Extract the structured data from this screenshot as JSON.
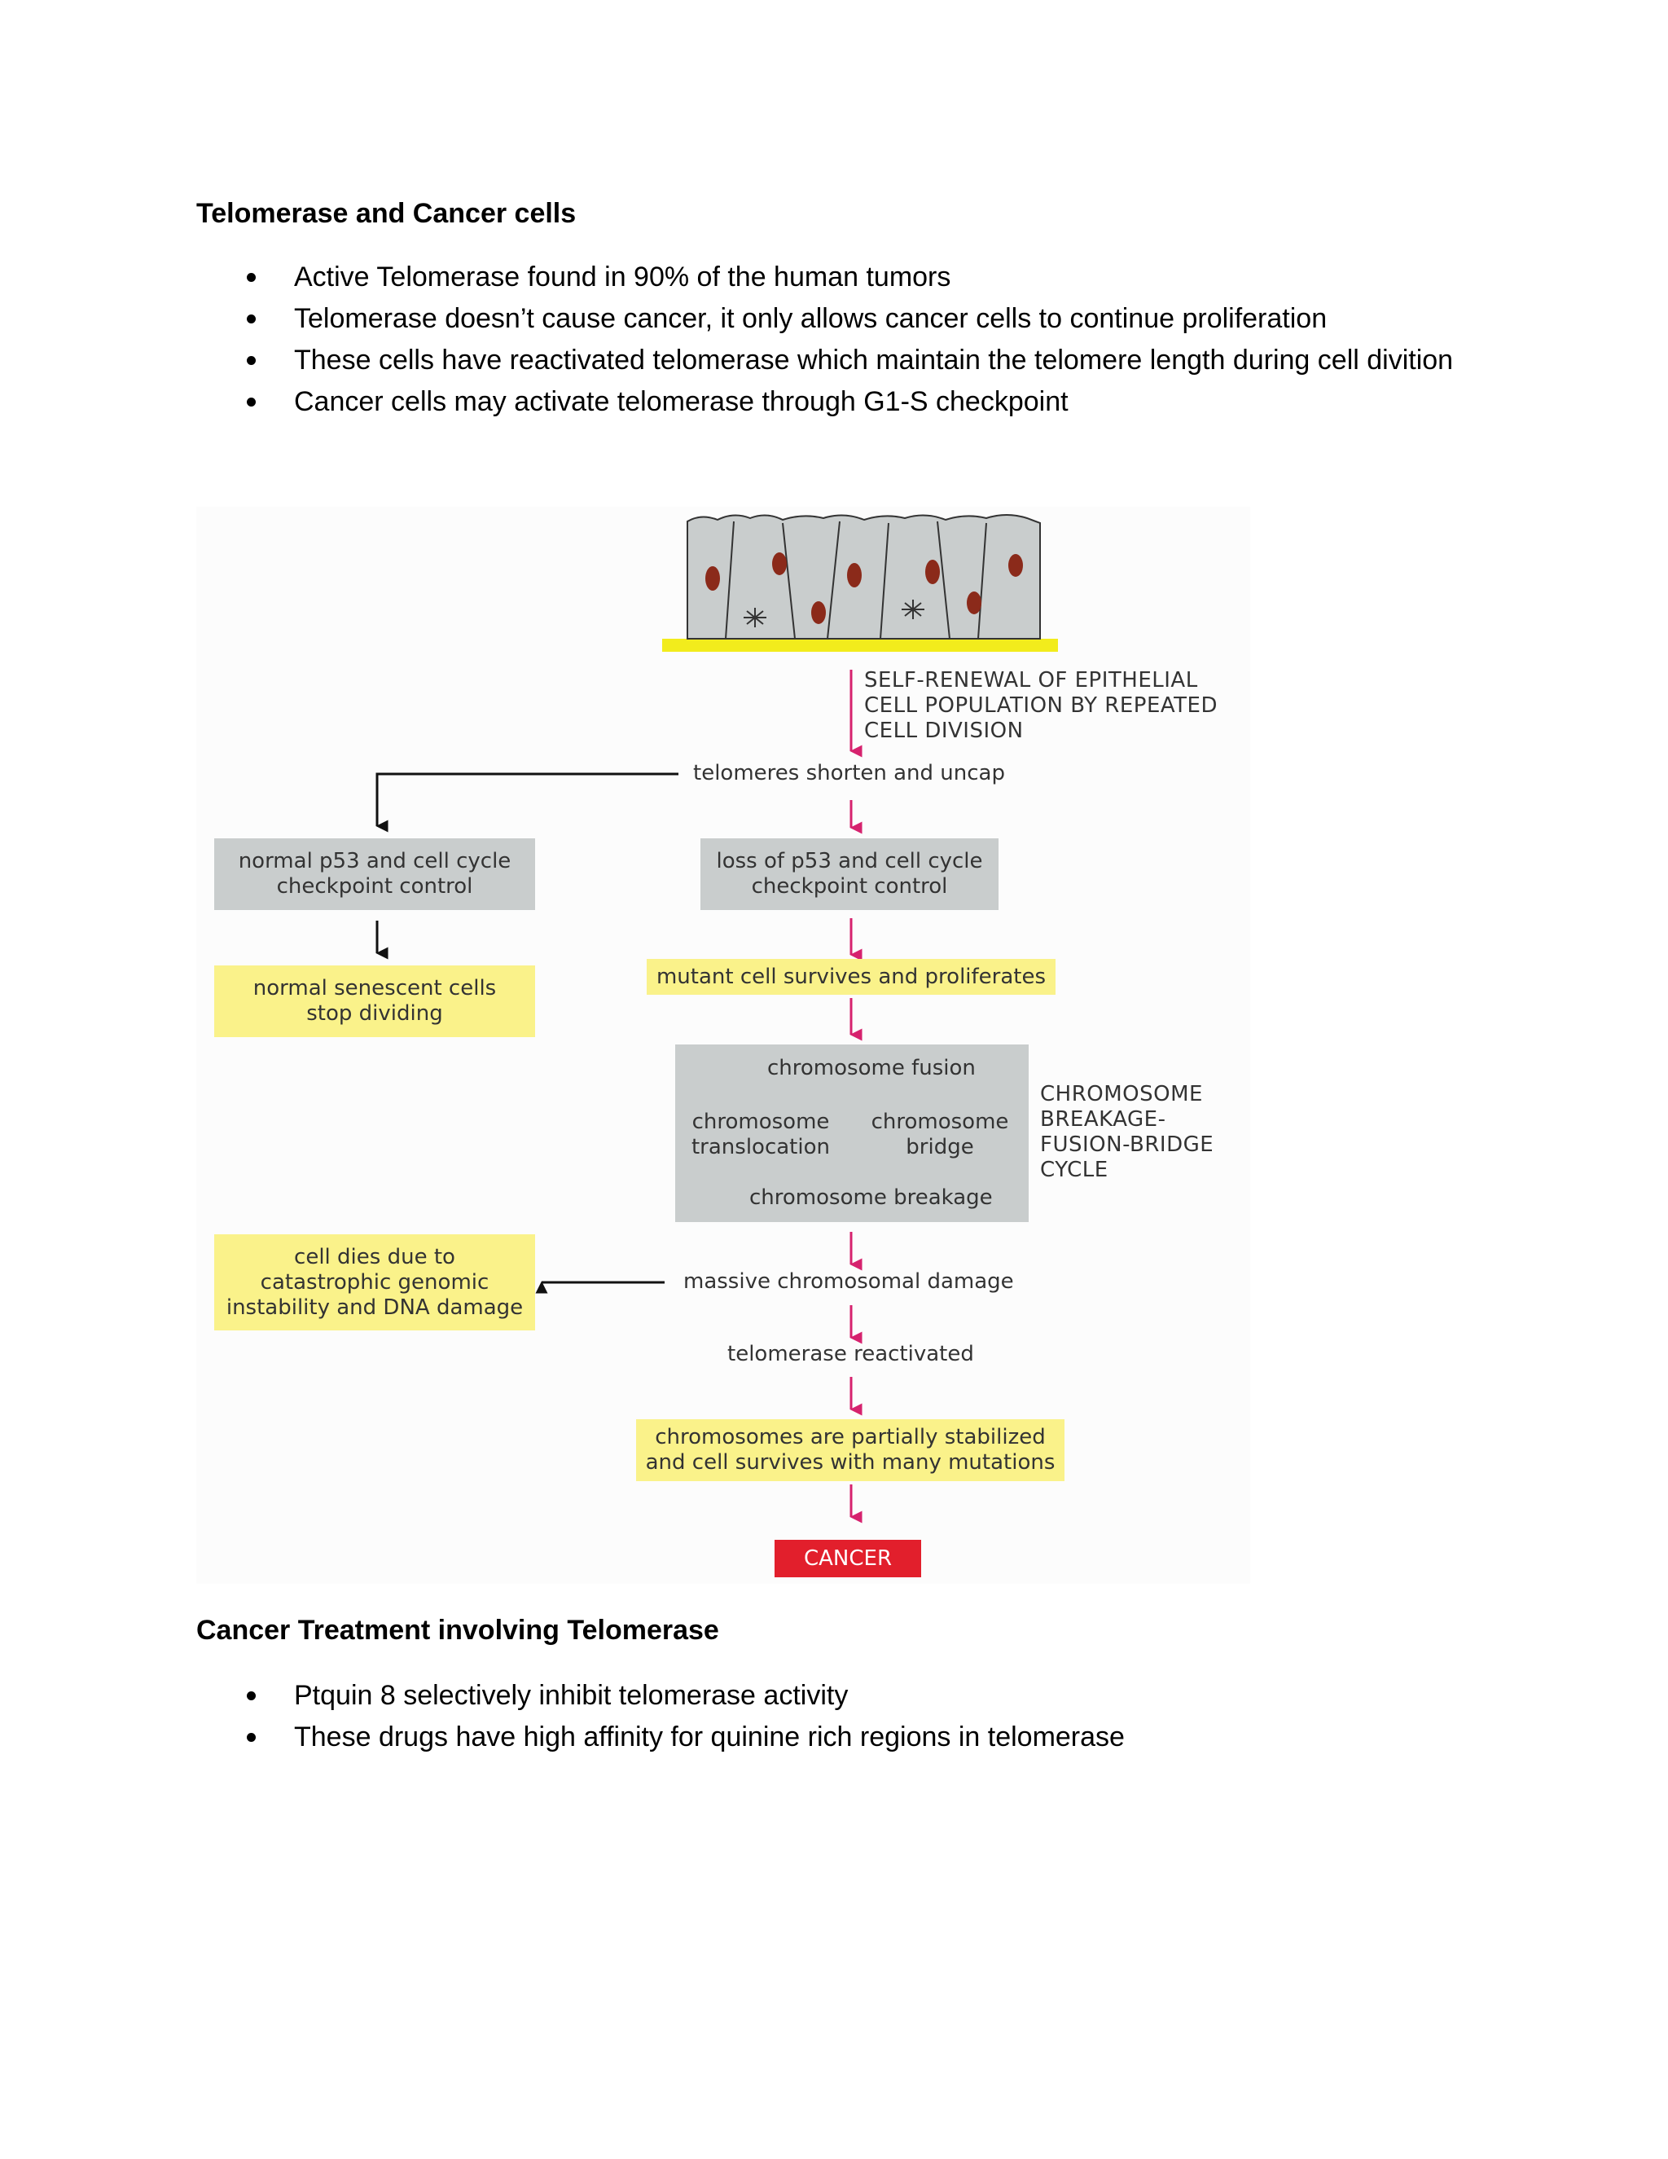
{
  "section1": {
    "title": "Telomerase and Cancer cells",
    "bullets": [
      "Active Telomerase found in 90% of the human tumors",
      "Telomerase doesn’t cause cancer, it only allows cancer cells to continue proliferation",
      "These cells have reactivated telomerase which maintain the telomere length during cell divition",
      "Cancer cells may activate telomerase through G1-S checkpoint"
    ]
  },
  "figure": {
    "self_renewal": [
      "SELF-RENEWAL OF EPITHELIAL",
      "CELL POPULATION BY REPEATED",
      "CELL DIVISION"
    ],
    "telomeres_shorten": "telomeres shorten and uncap",
    "normal_p53": [
      "normal p53 and cell cycle",
      "checkpoint control"
    ],
    "loss_p53": [
      "loss of p53 and cell cycle",
      "checkpoint control"
    ],
    "senescent": [
      "normal senescent cells",
      "stop dividing"
    ],
    "mutant": "mutant cell survives and proliferates",
    "cycle": {
      "fusion": "chromosome fusion",
      "translocation": [
        "chromosome",
        "translocation"
      ],
      "bridge": [
        "chromosome",
        "bridge"
      ],
      "breakage": "chromosome breakage"
    },
    "bfb_label": [
      "CHROMOSOME",
      "BREAKAGE-",
      "FUSION-BRIDGE",
      "CYCLE"
    ],
    "cell_dies": [
      "cell dies due to",
      "catastrophic genomic",
      "instability and DNA damage"
    ],
    "massive_damage": "massive chromosomal damage",
    "reactivated": "telomerase reactivated",
    "stabilized": [
      "chromosomes are partially stabilized",
      "and cell survives with many mutations"
    ],
    "cancer": "CANCER",
    "colors": {
      "magenta": "#d6226e",
      "grey_box": "#c9cdcd",
      "yellow_box": "#faf28a",
      "red_box": "#e21f2c",
      "basement": "#f2ec1c",
      "nucleus": "#8b2a1a"
    }
  },
  "section2": {
    "title": "Cancer Treatment involving Telomerase",
    "bullets": [
      "Ptquin 8 selectively inhibit telomerase activity",
      "These drugs have high affinity for quinine rich regions in telomerase"
    ]
  }
}
